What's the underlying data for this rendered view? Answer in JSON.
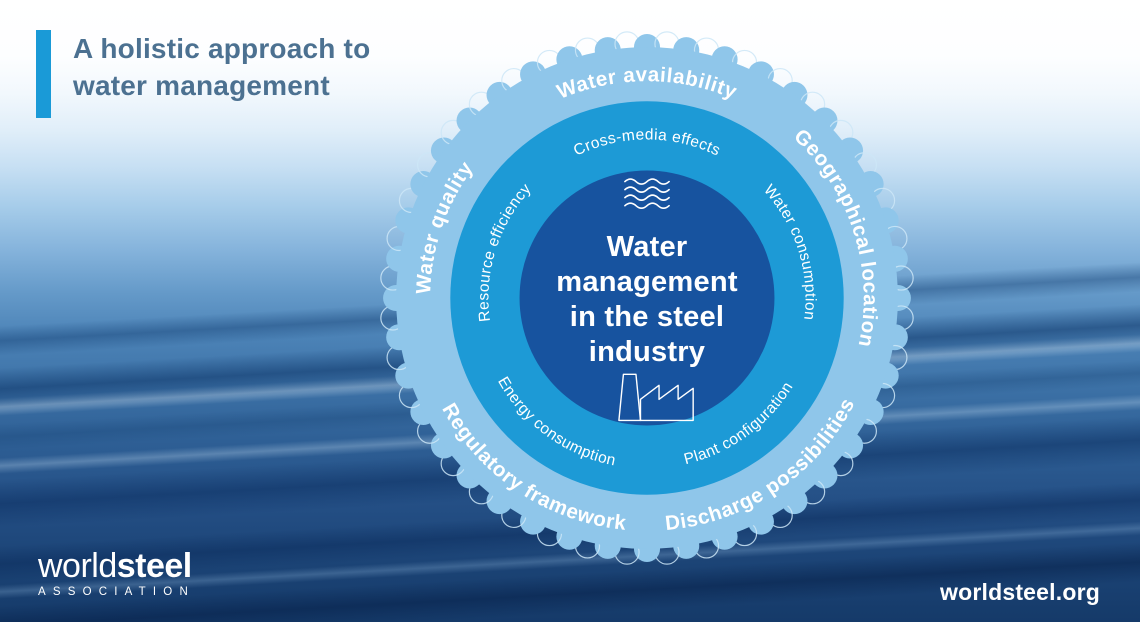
{
  "header": {
    "title_line1": "A holistic approach to",
    "title_line2": "water management"
  },
  "diagram": {
    "center": {
      "line1": "Water",
      "line2": "management",
      "line3": "in the steel",
      "line4": "industry",
      "top_icon": "waves-icon",
      "bottom_icon": "factory-icon"
    },
    "inner_ring": {
      "top": "Cross-media effects",
      "right": "Water consumption",
      "bottom_right": "Plant configuration",
      "bottom_left": "Energy consumption",
      "left": "Resource efficiency"
    },
    "outer_ring": {
      "top": "Water availability",
      "right": "Geographical location",
      "bottom_right": "Discharge possibilities",
      "bottom_left": "Regulatory framework",
      "left": "Water quality"
    }
  },
  "footer": {
    "logo_primary": "world",
    "logo_secondary": "steel",
    "logo_subtitle": "ASSOCIATION",
    "website": "worldsteel.org"
  },
  "colors": {
    "accent_blue": "#1a9ad7",
    "outer_ring_blue": "#8fc6ea",
    "middle_ring_blue": "#1d9ad6",
    "center_circle_blue": "#17539f",
    "title_text": "#4c7191"
  }
}
